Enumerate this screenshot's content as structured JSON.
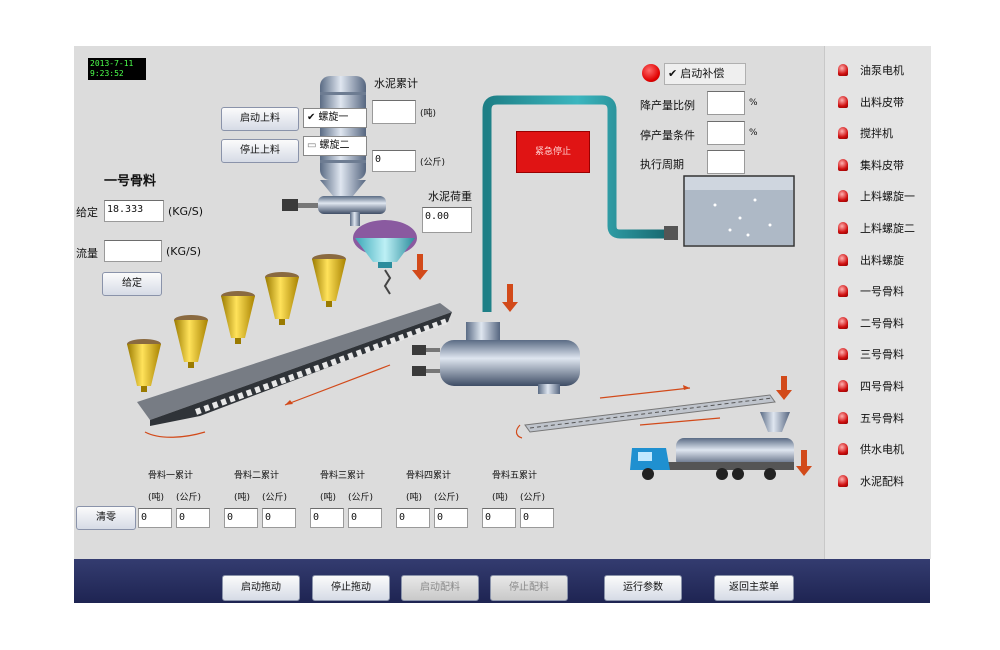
{
  "clock": {
    "date": "2013-7-11",
    "time": "9:23:52"
  },
  "screw": {
    "start_label": "启动上料",
    "stop_label": "停止上料",
    "screw1": "螺旋一",
    "screw2": "螺旋二"
  },
  "cement_total": {
    "title": "水泥累计",
    "ton_value": "",
    "ton_unit": "(吨)",
    "kg_value": "0",
    "kg_unit": "(公斤)"
  },
  "cement_weight": {
    "title": "水泥荷重",
    "value": "0.00"
  },
  "aggregate": {
    "title": "一号骨料",
    "setpoint_label": "给定",
    "setpoint_value": "18.333",
    "setpoint_unit": "(KG/S)",
    "flow_label": "流量",
    "flow_value": "",
    "flow_unit": "(KG/S)",
    "apply_label": "给定"
  },
  "emergency_label": "紧急停止",
  "compensation": {
    "title": "启动补偿",
    "ratio_label": "降产量比例",
    "ratio_value": "",
    "ratio_unit": "%",
    "condition_label": "停产量条件",
    "condition_value": "",
    "condition_unit": "%",
    "period_label": "执行周期",
    "period_value": ""
  },
  "totals": {
    "clear_label": "清零",
    "ton_unit": "(吨)",
    "kg_unit": "(公斤)",
    "groups": [
      {
        "title": "骨料一累计",
        "ton": "0",
        "kg": "0"
      },
      {
        "title": "骨料二累计",
        "ton": "0",
        "kg": "0"
      },
      {
        "title": "骨料三累计",
        "ton": "0",
        "kg": "0"
      },
      {
        "title": "骨料四累计",
        "ton": "0",
        "kg": "0"
      },
      {
        "title": "骨料五累计",
        "ton": "0",
        "kg": "0"
      }
    ]
  },
  "sidebar": {
    "items": [
      "油泵电机",
      "出料皮带",
      "搅拌机",
      "集料皮带",
      "上料螺旋一",
      "上料螺旋二",
      "出料螺旋",
      "一号骨料",
      "二号骨料",
      "三号骨料",
      "四号骨料",
      "五号骨料",
      "供水电机",
      "水泥配料"
    ]
  },
  "bottom": {
    "buttons": [
      "启动拖动",
      "停止拖动",
      "启动配料",
      "停止配料",
      "运行参数",
      "返回主菜单"
    ]
  }
}
